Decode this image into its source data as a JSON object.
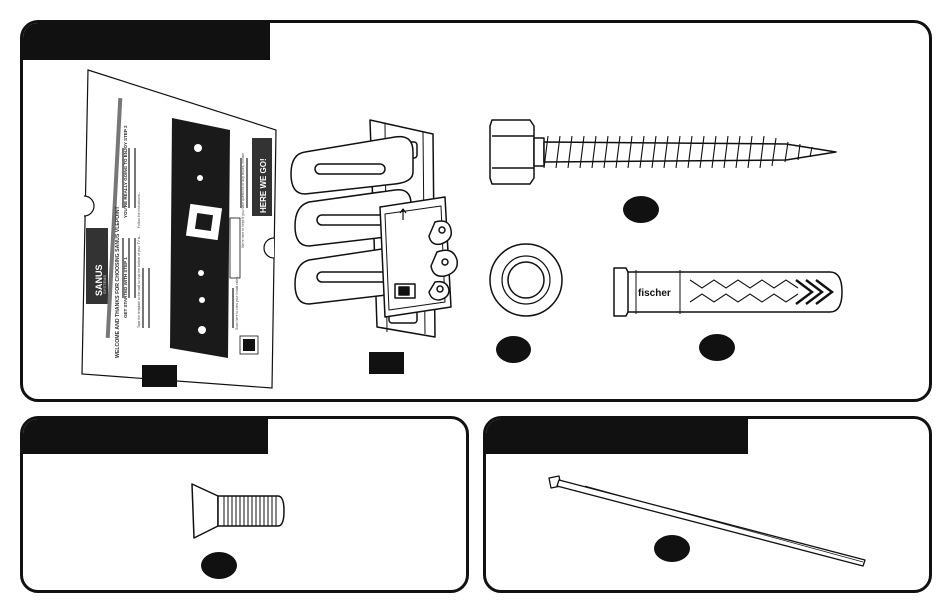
{
  "template": {
    "brand": "SANUS",
    "brand_sub": "SYSTEMS",
    "headline": "WELCOME AND THANKS FOR CHOOSING SANUS VLEPOINT",
    "step1_title": "GET STARTED WITH STEP 1",
    "step2_title": "YOU'RE REALLY GOING TO ENJOY STEP 2",
    "step1_text": "Tape the template to the wall so that the bottom of your TV is...",
    "step2_text": "Follow the instructions...",
    "cta": "HERE WE GO!",
    "help_text": "We're here to help! If you have questions or any issues, contact",
    "video_text": "Scan here to view your install video."
  },
  "anchor_brand": "fischer",
  "colors": {
    "ink": "#111111",
    "paper": "#ffffff",
    "grey": "#bdbdbd"
  }
}
